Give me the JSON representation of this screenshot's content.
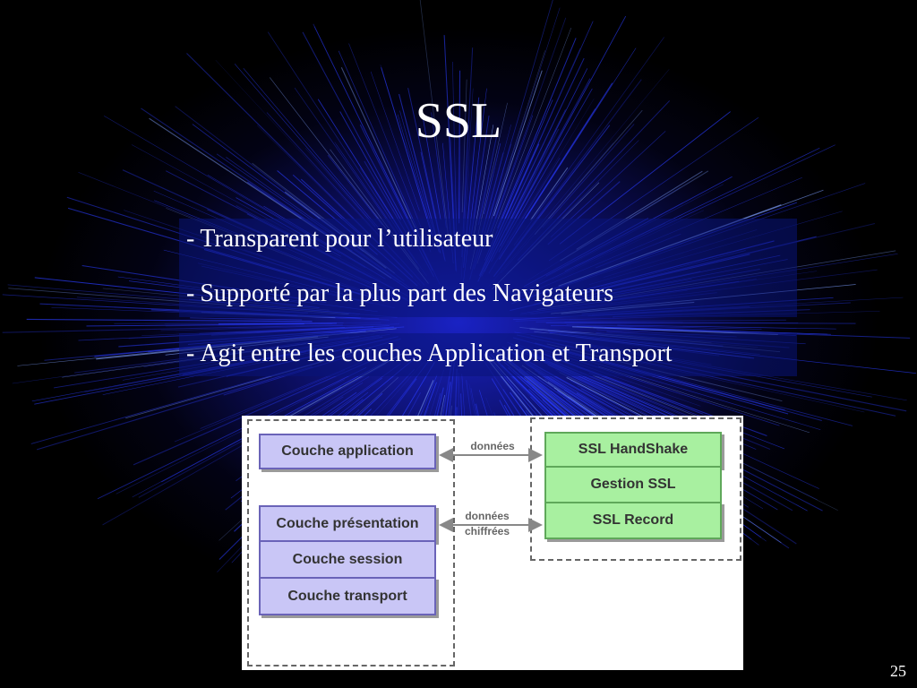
{
  "slide": {
    "title": "SSL",
    "bullets": [
      "Transparent pour l’utilisateur",
      "Supporté par la plus part des Navigateurs",
      "Agit entre les couches Application et Transport"
    ],
    "bullet_marker": "-",
    "page_number": "25"
  },
  "diagram": {
    "left_stack": {
      "top": "Couche application",
      "group": [
        "Couche présentation",
        "Couche session",
        "Couche transport"
      ]
    },
    "right_stack": [
      "SSL HandShake",
      "Gestion SSL",
      "SSL Record"
    ],
    "edges": [
      {
        "label": "données"
      },
      {
        "label_line1": "données",
        "label_line2": "chiffrées"
      }
    ]
  },
  "colors": {
    "background": "#000000",
    "glow": "#1e28e6",
    "layer_fill": "#c9c6f6",
    "ssl_fill": "#a8f0a0"
  }
}
